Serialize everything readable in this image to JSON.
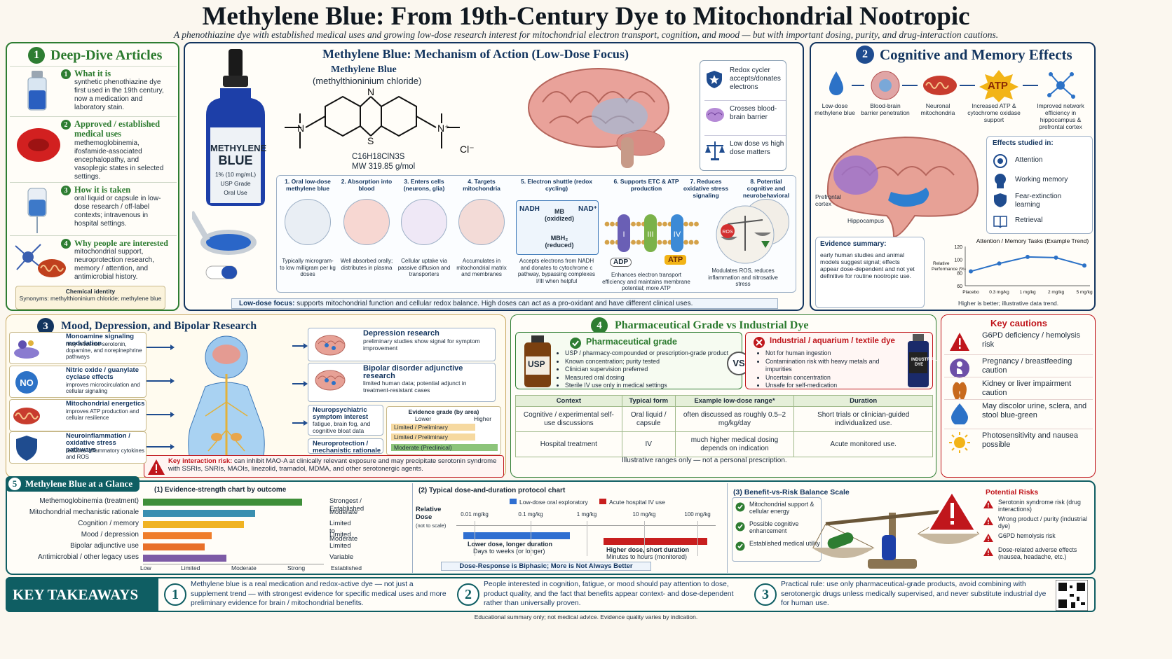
{
  "header": {
    "title": "Methylene Blue: From 19th-Century Dye to Mitochondrial Nootropic",
    "subtitle": "A phenothiazine dye with established medical uses and growing low-dose research interest for mitochondrial electron transport, cognition, and mood — but with important dosing, purity, and drug-interaction cautions."
  },
  "colors": {
    "green": "#2e7d32",
    "navy": "#13355f",
    "teal": "#0f5e63",
    "red": "#c62828"
  },
  "articles": {
    "num": "1",
    "heading": "Deep-Dive Articles",
    "items": [
      {
        "num": "1",
        "title": "What it is",
        "text": "synthetic phenothiazine dye first used in the 19th century, now a medication and laboratory stain."
      },
      {
        "num": "2",
        "title": "Approved / established medical uses",
        "text": "methemoglobinemia, ifosfamide-associated encephalopathy, and vasoplegic states in selected settings."
      },
      {
        "num": "3",
        "title": "How it is taken",
        "text": "oral liquid or capsule in low-dose research / off-label contexts; intravenous in hospital settings."
      },
      {
        "num": "4",
        "title": "Why people are interested",
        "text": "mitochondrial support, neuroprotection research, memory / attention, and antimicrobial history."
      }
    ],
    "identity_title": "Chemical identity",
    "identity_text": "Synonyms: methylthioninium chloride; methylene blue"
  },
  "mechanism": {
    "heading": "Methylene Blue: Mechanism of Action (Low-Dose Focus)",
    "compound": "Methylene Blue",
    "compound_sub": "(methylthioninium chloride)",
    "formula": "C16H18ClN3S",
    "mw": "MW 319.85 g/mol",
    "bottle_lines": [
      "METHYLENE",
      "BLUE",
      "1% (10 mg/mL)",
      "USP Grade",
      "Oral Use"
    ],
    "props": [
      {
        "icon": "shield-icon",
        "text": "Redox cycler accepts/donates electrons"
      },
      {
        "icon": "brain-icon",
        "text": "Crosses blood-brain barrier"
      },
      {
        "icon": "scale-icon",
        "text": "Low dose vs high dose matters"
      }
    ],
    "steps": [
      {
        "title": "1. Oral low-dose methylene blue",
        "caption": "Typically microgram- to low milligram per kg doses"
      },
      {
        "title": "2. Absorption into blood",
        "caption": "Well absorbed orally; distributes in plasma"
      },
      {
        "title": "3. Enters cells (neurons, glia)",
        "caption": "Cellular uptake via passive diffusion and transporters"
      },
      {
        "title": "4. Targets mitochondria",
        "caption": "Accumulates in mitochondrial matrix and membranes"
      },
      {
        "title": "5. Electron shuttle (redox cycling)",
        "caption": "Accepts electrons from NADH and donates to cytochrome c pathway, bypassing complexes I/III when helpful"
      },
      {
        "title": "6. Supports ETC & ATP production",
        "caption": "Enhances electron transport efficiency and maintains membrane potential; more ATP"
      },
      {
        "title": "7. Reduces oxidative stress signaling",
        "caption": ""
      },
      {
        "title": "8. Potential cognitive and neurobehavioral effects",
        "caption": "Modulates ROS, reduces inflammation and nitrosative stress"
      }
    ],
    "redox": {
      "nadh": "NADH",
      "nad": "NAD⁺",
      "mb": "MB (oxidized)",
      "mbh2": "MBH₂ (reduced)"
    },
    "etc_labels": [
      "I",
      "III",
      "IV"
    ],
    "adp": "ADP",
    "atp": "ATP",
    "ros": "ROS",
    "footnote_bold": "Low-dose focus:",
    "footnote": "supports mitochondrial function and cellular redox balance. High doses can act as a pro-oxidant and have different clinical uses."
  },
  "cognitive": {
    "num": "2",
    "heading": "Cognitive and Memory Effects",
    "flow": [
      "Low-dose methylene blue",
      "Blood-brain barrier penetration",
      "Neuronal mitochondria",
      "Increased ATP & cytochrome oxidase support",
      "Improved network efficiency in hippocampus & prefrontal cortex"
    ],
    "atp": "ATP",
    "brain_labels": {
      "pfc": "Prefrontal cortex",
      "hippo": "Hippocampus"
    },
    "effects_title": "Effects studied in:",
    "effects": [
      "Attention",
      "Working memory",
      "Fear-extinction learning",
      "Retrieval"
    ],
    "evidence_title": "Evidence summary:",
    "evidence_text": "early human studies and animal models suggest signal; effects appear dose-dependent and not yet definitive for routine nootropic use.",
    "note": "Higher is better; illustrative data trend."
  },
  "chart_data": {
    "type": "line",
    "title": "Attention / Memory Tasks (Example Trend)",
    "ylabel": "Relative Performance (%)",
    "categories": [
      "Placebo",
      "0.3 mg/kg",
      "1 mg/kg",
      "2 mg/kg",
      "5 mg/kg"
    ],
    "values": [
      82,
      94,
      104,
      103,
      91
    ],
    "ylim": [
      60,
      120
    ],
    "yticks": [
      60,
      80,
      100,
      120
    ],
    "grid": false
  },
  "mood": {
    "num": "3",
    "heading": "Mood, Depression, and Bipolar Research",
    "mechanisms": [
      {
        "title": "Monoamine signaling modulation",
        "text": "may influence serotonin, dopamine, and norepinephrine pathways"
      },
      {
        "title": "Nitric oxide / guanylate cyclase effects",
        "text": "improves microcirculation and cellular signaling"
      },
      {
        "title": "Mitochondrial energetics",
        "text": "improves ATP production and cellular resilience"
      },
      {
        "title": "Neuroinflammation / oxidative stress pathways",
        "text": "reduces inflammatory cytokines and ROS"
      }
    ],
    "no_badge": "NO",
    "research": [
      {
        "title": "Depression research",
        "text": "preliminary studies show signal for symptom improvement"
      },
      {
        "title": "Bipolar disorder adjunctive research",
        "text": "limited human data; potential adjunct in treatment-resistant cases"
      },
      {
        "title": "Neuropsychiatric symptom interest",
        "text": "fatigue, brain fog, and cognitive bloat data"
      },
      {
        "title": "Neuroprotection / mechanistic rationale",
        "text": ""
      }
    ],
    "grade_title": "Evidence grade (by area)",
    "grade_lower": "Lower",
    "grade_higher": "Higher",
    "grades": [
      "Limited / Preliminary",
      "Limited / Preliminary",
      "Moderate (Preclinical)"
    ],
    "risk_bold": "Key interaction risk:",
    "risk_text": "can inhibit MAO-A at clinically relevant exposure and may precipitate serotonin syndrome with SSRIs, SNRIs, MAOIs, linezolid, tramadol, MDMA, and other serotonergic agents."
  },
  "grade": {
    "num": "4",
    "heading": "Pharmaceutical Grade vs Industrial Dye",
    "pharma_title": "Pharmaceutical grade",
    "pharma_label": "USP",
    "pharma_items": [
      "USP / pharmacy-compounded or prescription-grade product",
      "Known concentration; purity tested",
      "Clinician supervision preferred",
      "Measured oral dosing",
      "Sterile IV use only in medical settings"
    ],
    "vs": "VS",
    "industrial_title": "Industrial / aquarium / textile dye",
    "industrial_label": "INDUSTRIAL DYE",
    "industrial_items": [
      "Not for human ingestion",
      "Contamination risk with heavy metals and impurities",
      "Uncertain concentration",
      "Unsafe for self-medication"
    ],
    "table_headers": [
      "Context",
      "Typical form",
      "Example low-dose range*",
      "Duration"
    ],
    "table_rows": [
      [
        "Cognitive / experimental self-use discussions",
        "Oral liquid / capsule",
        "often discussed as roughly 0.5–2 mg/kg/day",
        "Short trials or clinician-guided individualized use."
      ],
      [
        "Hospital treatment",
        "IV",
        "much higher medical dosing depends on indication",
        "Acute monitored use."
      ]
    ],
    "note": "Illustrative ranges only — not a personal prescription."
  },
  "cautions": {
    "heading": "Key cautions",
    "items": [
      {
        "icon": "warning-icon",
        "text": "G6PD deficiency / hemolysis risk"
      },
      {
        "icon": "pregnancy-icon",
        "text": "Pregnancy / breastfeeding caution"
      },
      {
        "icon": "kidney-icon",
        "text": "Kidney or liver impairment caution"
      },
      {
        "icon": "drop-icon",
        "text": "May discolor urine, sclera, and stool blue-green"
      },
      {
        "icon": "sun-icon",
        "text": "Photosensitivity and nausea possible"
      }
    ]
  },
  "glance": {
    "num": "5",
    "heading": "Methylene Blue at a Glance",
    "evidence_chart": {
      "title": "(1) Evidence-strength chart by outcome",
      "rows": [
        {
          "label": "Methemoglobinemia  (treatment)",
          "value": 0.88,
          "color": "#3f8f3a",
          "level": "Strongest / Established"
        },
        {
          "label": "Mitochondrial mechanistic rationale",
          "value": 0.62,
          "color": "#3a8fb0",
          "level": "Moderate"
        },
        {
          "label": "Cognition / memory",
          "value": 0.56,
          "color": "#f0b323",
          "level": "Limited to Moderate"
        },
        {
          "label": "Mood / depression",
          "value": 0.38,
          "color": "#ef7d2a",
          "level": "Limited"
        },
        {
          "label": "Bipolar adjunctive use",
          "value": 0.34,
          "color": "#e8702a",
          "level": "Limited"
        },
        {
          "label": "Antimicrobial / other legacy uses",
          "value": 0.46,
          "color": "#7d5ba6",
          "level": "Variable"
        }
      ],
      "axis": [
        "Low",
        "Limited",
        "Moderate",
        "Strong",
        "Established"
      ]
    },
    "dose_chart": {
      "title": "(2) Typical dose-and-duration protocol chart",
      "legend_low": "Low-dose oral exploratory",
      "legend_high": "Acute hospital IV use",
      "ylabel": "Relative Dose",
      "ylabel_sub": "(not to scale)",
      "ticks": [
        "0.01 mg/kg",
        "0.1 mg/kg",
        "1 mg/kg",
        "10 mg/kg",
        "100 mg/kg"
      ],
      "low_caption_1": "Lower dose, longer duration",
      "low_caption_2": "Days to weeks (or longer)",
      "high_caption_1": "Higher dose, short duration",
      "high_caption_2": "Minutes to hours (monitored)",
      "footer": "Dose-Response is Biphasic; More is Not Always Better"
    },
    "balance": {
      "title": "(3) Benefit-vs-Risk Balance Scale",
      "benefits": [
        "Mitochondrial support & cellular energy",
        "Possible cognitive enhancement",
        "Established medical utility"
      ],
      "risks_title": "Potential Risks",
      "risks": [
        "Serotonin syndrome risk (drug interactions)",
        "Wrong product / purity (industrial dye)",
        "G6PD hemolysis risk",
        "Dose-related adverse effects (nausea, headache, etc.)"
      ]
    }
  },
  "takeaways": {
    "heading": "KEY TAKEAWAYS",
    "items": [
      {
        "num": "1",
        "text": "Methylene blue is a real medication and redox-active dye — not just a supplement trend — with strongest evidence for specific medical uses and more preliminary evidence for brain / mitochondrial benefits."
      },
      {
        "num": "2",
        "text": "People interested in cognition, fatigue, or mood should pay attention to dose, product quality, and the fact that benefits appear context- and dose-dependent rather than universally proven."
      },
      {
        "num": "3",
        "text": "Practical rule: use only pharmaceutical-grade products, avoid combining with serotonergic drugs unless medically supervised, and never substitute industrial dye for human use."
      }
    ],
    "footer": "Educational summary only; not medical advice. Evidence quality varies by indication."
  }
}
